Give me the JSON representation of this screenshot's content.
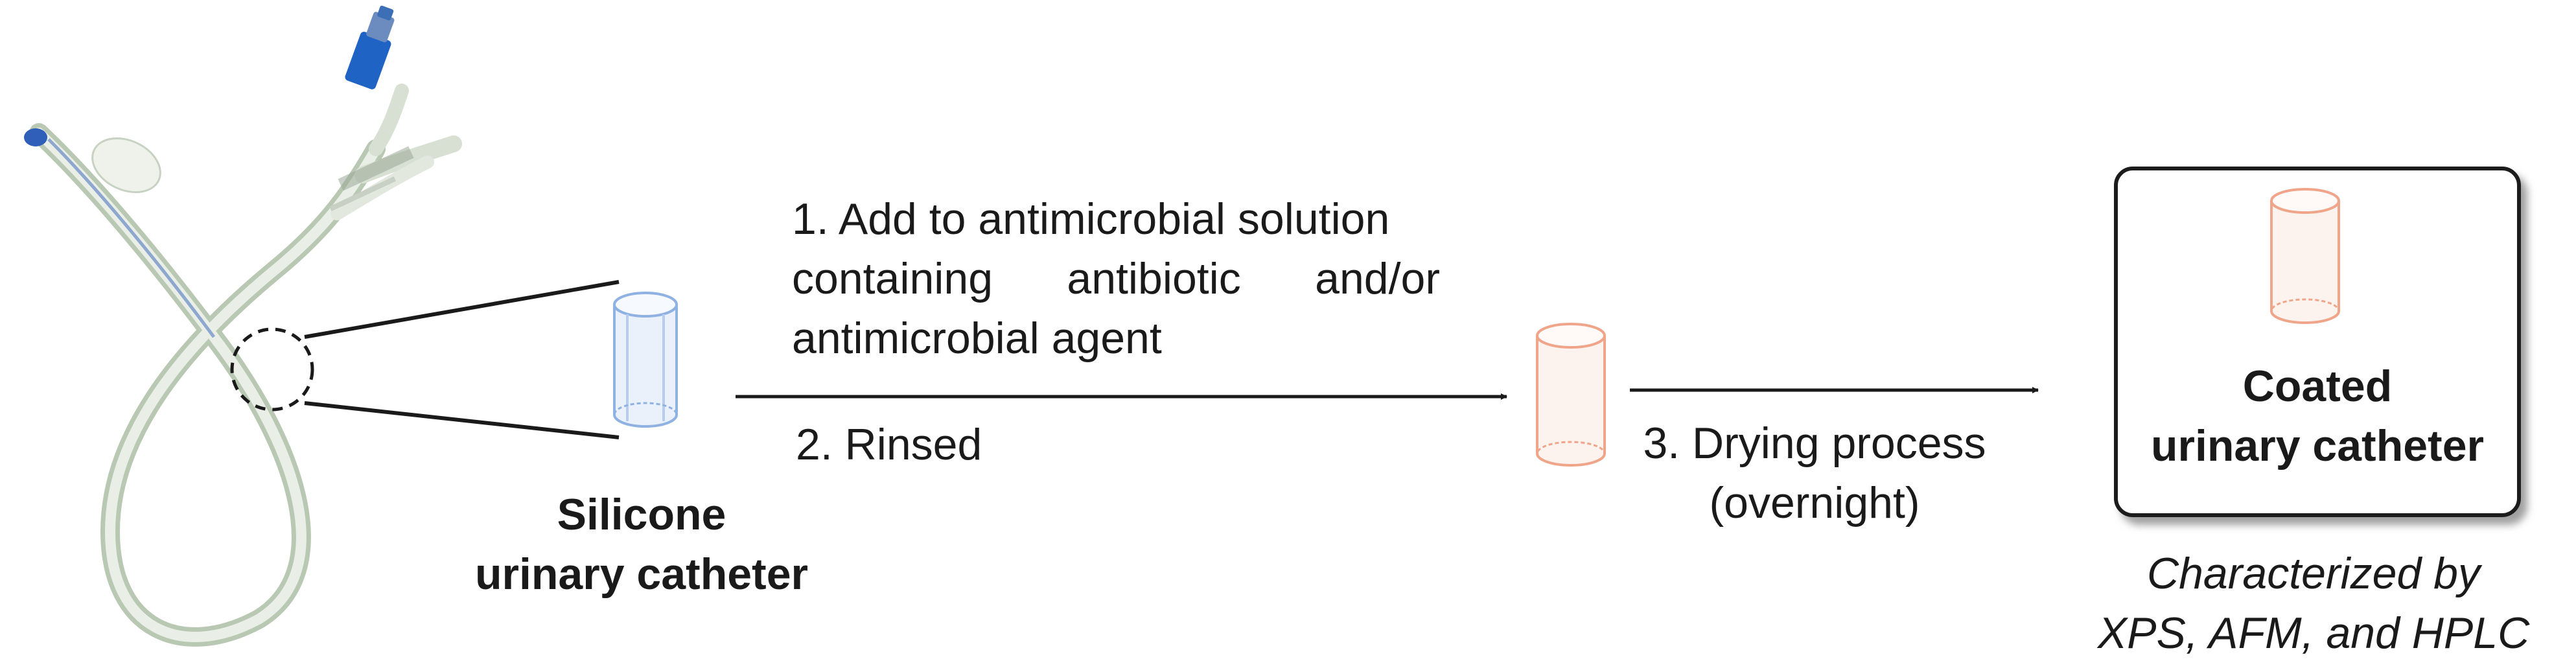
{
  "steps": {
    "step1_line1": "1. Add to antimicrobial solution",
    "step1_line2_words": [
      "containing",
      "antibiotic",
      "and/or"
    ],
    "step1_line3": "antimicrobial agent",
    "step2": "2. Rinsed",
    "step3_line1": "3. Drying process",
    "step3_line2": "(overnight)"
  },
  "labels": {
    "silicone_line1": "Silicone",
    "silicone_line2": "urinary catheter",
    "coated_line1": "Coated",
    "coated_line2": "urinary catheter"
  },
  "caption": {
    "line1": "Characterized by",
    "line2": "XPS, AFM, and HPLC"
  },
  "colors": {
    "catheter_tube": "#c9d6c4",
    "catheter_tip": "#2f5fb8",
    "connector": "#1f64c4",
    "segment_blue": "#8fb2e3",
    "segment_orange": "#f0a58a",
    "arrow": "#1a1a1a",
    "box_border": "#1a1a1a"
  },
  "icons": {
    "catheter": "urinary-catheter-illustration",
    "segment_uncoated": "blue-tube-segment-icon",
    "segment_intermediate": "orange-tube-segment-icon",
    "segment_coated": "orange-tube-segment-icon"
  }
}
